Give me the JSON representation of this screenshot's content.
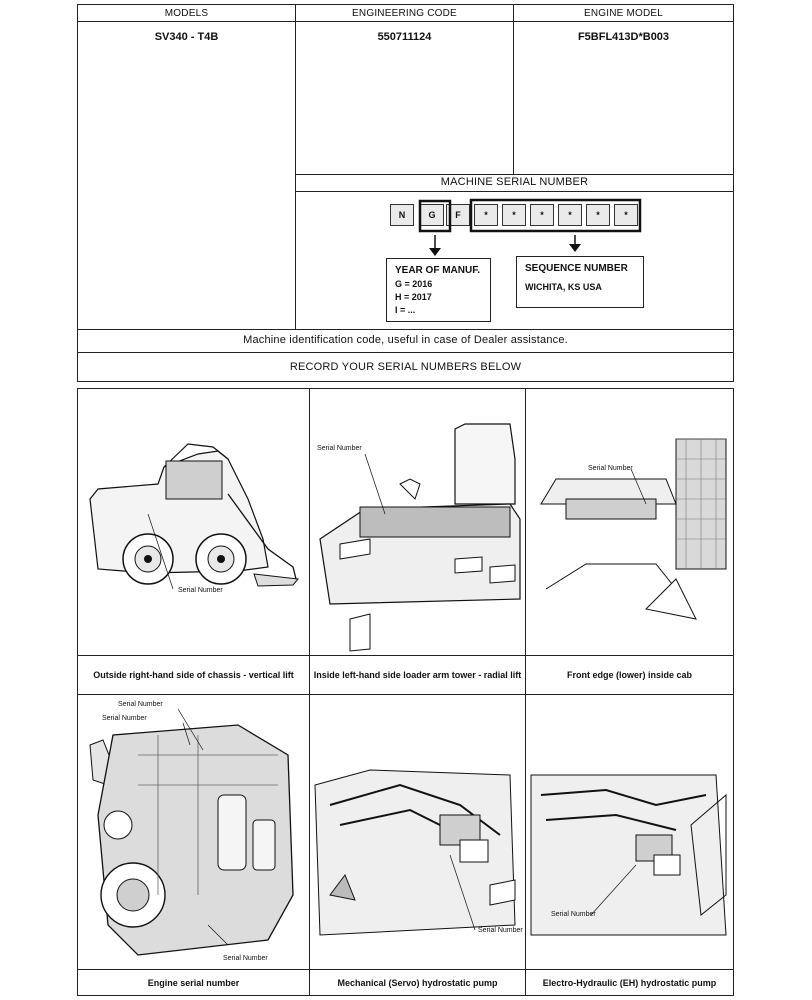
{
  "headers": {
    "models": "MODELS",
    "engineering_code": "ENGINEERING CODE",
    "engine_model": "ENGINE MODEL"
  },
  "values": {
    "model": "SV340 - T4B",
    "engineering_code": "550711124",
    "engine_model": "F5BFL413D*B003"
  },
  "serial": {
    "title": "MACHINE SERIAL NUMBER",
    "chars": [
      "N",
      "G",
      "F",
      "*",
      "*",
      "*",
      "*",
      "*",
      "*"
    ],
    "year_box": {
      "title": "YEAR OF MANUF.",
      "lines": [
        "G = 2016",
        "H = 2017",
        "I = ..."
      ]
    },
    "sequence_box": {
      "title": "SEQUENCE NUMBER",
      "location": "WICHITA, KS USA"
    }
  },
  "notes": {
    "identification": "Machine identification code, useful in case of Dealer assistance.",
    "record": "RECORD YOUR SERIAL NUMBERS BELOW"
  },
  "figures": [
    {
      "caption": "Outside right-hand side of chassis - vertical lift",
      "labels": [
        "Serial Number"
      ]
    },
    {
      "caption": "Inside left-hand side loader arm tower - radial lift",
      "labels": [
        "Serial Number"
      ]
    },
    {
      "caption": "Front edge (lower) inside cab",
      "labels": [
        "Serial Number"
      ]
    },
    {
      "caption": "Engine serial number",
      "labels": [
        "Serial Number",
        "Serial Number",
        "Serial Number"
      ]
    },
    {
      "caption": "Mechanical (Servo) hydrostatic pump",
      "labels": [
        "Serial Number"
      ]
    },
    {
      "caption": "Electro-Hydraulic (EH) hydrostatic pump",
      "labels": [
        "Serial Number"
      ]
    }
  ]
}
